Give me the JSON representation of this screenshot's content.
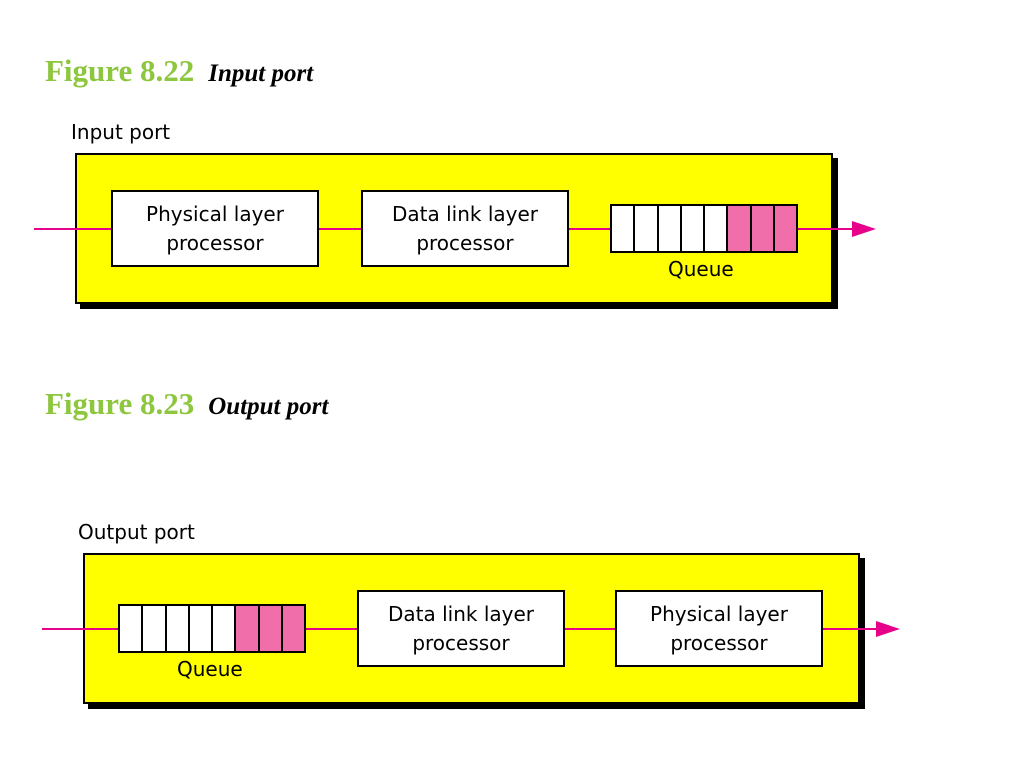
{
  "fig1": {
    "number": "Figure 8.22",
    "title": "Input port",
    "port_label": "Input port",
    "processor_1": {
      "line1": "Physical layer",
      "line2": "processor"
    },
    "processor_2": {
      "line1": "Data link layer",
      "line2": "processor"
    },
    "queue": {
      "label": "Queue",
      "empty_cells": 5,
      "filled_cells": 3
    }
  },
  "fig2": {
    "number": "Figure 8.23",
    "title": "Output port",
    "port_label": "Output port",
    "processor_1": {
      "line1": "Data link layer",
      "line2": "processor"
    },
    "processor_2": {
      "line1": "Physical layer",
      "line2": "processor"
    },
    "queue": {
      "label": "Queue",
      "empty_cells": 5,
      "filled_cells": 3
    }
  },
  "colors": {
    "heading": "#8dc63f",
    "panel": "#ffff00",
    "wire": "#e7008a",
    "queue_filled": "#f06eaa"
  }
}
